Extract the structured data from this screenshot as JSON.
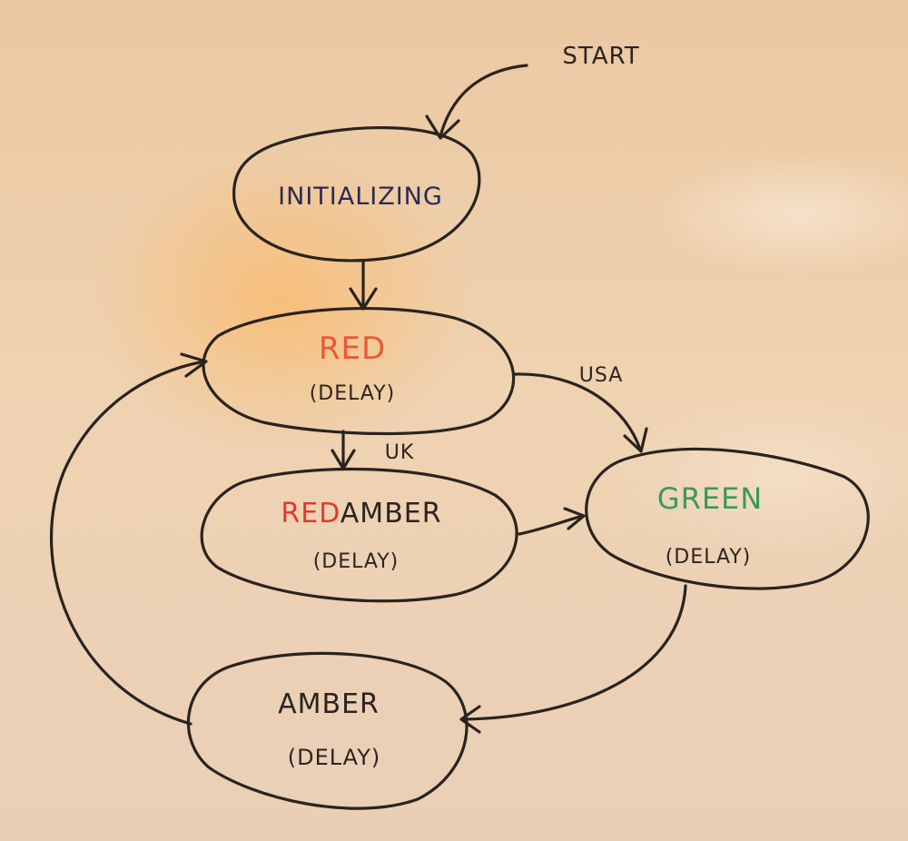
{
  "diagram": {
    "title": "",
    "start_label": "START",
    "states": [
      {
        "id": "initializing",
        "name": "INITIALIZING",
        "note": ""
      },
      {
        "id": "red",
        "name": "RED",
        "note": "(DELAY)"
      },
      {
        "id": "redamber",
        "name_part1": "RED",
        "name_part2": "AMBER",
        "note": "(DELAY)"
      },
      {
        "id": "green",
        "name": "GREEN",
        "note": "(DELAY)"
      },
      {
        "id": "amber",
        "name": "AMBER",
        "note": "(DELAY)"
      }
    ],
    "transitions": [
      {
        "from": "start",
        "to": "initializing",
        "label": ""
      },
      {
        "from": "initializing",
        "to": "red",
        "label": ""
      },
      {
        "from": "red",
        "to": "green",
        "label": "USA"
      },
      {
        "from": "red",
        "to": "redamber",
        "label": "UK"
      },
      {
        "from": "redamber",
        "to": "green",
        "label": ""
      },
      {
        "from": "green",
        "to": "amber",
        "label": ""
      },
      {
        "from": "amber",
        "to": "red",
        "label": ""
      }
    ]
  },
  "colors": {
    "board": "#e9c59e",
    "ink": "#2a231e",
    "red_state": "#e85a3a",
    "green_state": "#3a9a5a",
    "initializing_text": "#2a2a55"
  }
}
